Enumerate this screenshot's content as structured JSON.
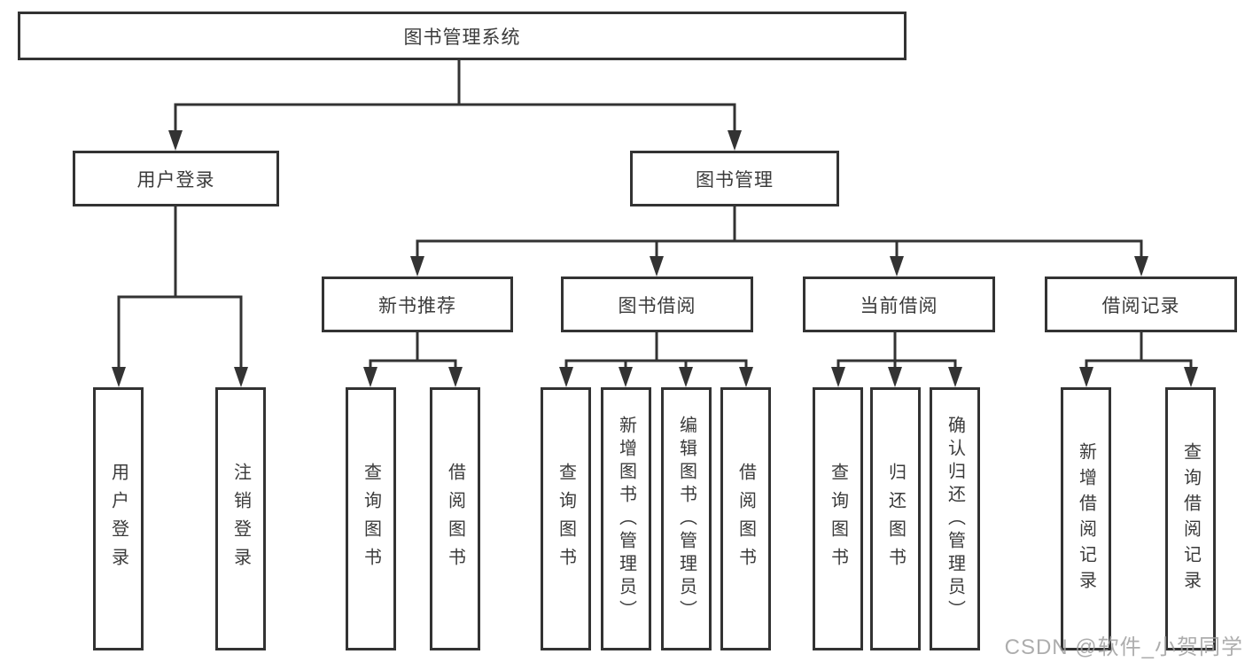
{
  "diagram": {
    "root": {
      "label": "图书管理系统"
    },
    "level2": [
      {
        "label": "用户登录"
      },
      {
        "label": "图书管理"
      }
    ],
    "level3": [
      {
        "label": "新书推荐"
      },
      {
        "label": "图书借阅"
      },
      {
        "label": "当前借阅"
      },
      {
        "label": "借阅记录"
      }
    ],
    "leaves": {
      "user_login": [
        {
          "label": "用户登录"
        },
        {
          "label": "注销登录"
        }
      ],
      "new_book": [
        {
          "label": "查询图书"
        },
        {
          "label": "借阅图书"
        }
      ],
      "book_borrow": [
        {
          "label": "查询图书"
        },
        {
          "label": "新增图书（管理员）"
        },
        {
          "label": "编辑图书（管理员）"
        },
        {
          "label": "借阅图书"
        }
      ],
      "current_borrow": [
        {
          "label": "查询图书"
        },
        {
          "label": "归还图书"
        },
        {
          "label": "确认归还（管理员）"
        }
      ],
      "borrow_records": [
        {
          "label": "新增借阅记录"
        },
        {
          "label": "查询借阅记录"
        }
      ]
    }
  },
  "watermark": {
    "text": "CSDN @软件_小贺同学"
  },
  "colors": {
    "line": "#333333",
    "box_border": "#333333",
    "text": "#3b3b3b",
    "watermark": "#9f9f9f",
    "background": "#ffffff"
  }
}
